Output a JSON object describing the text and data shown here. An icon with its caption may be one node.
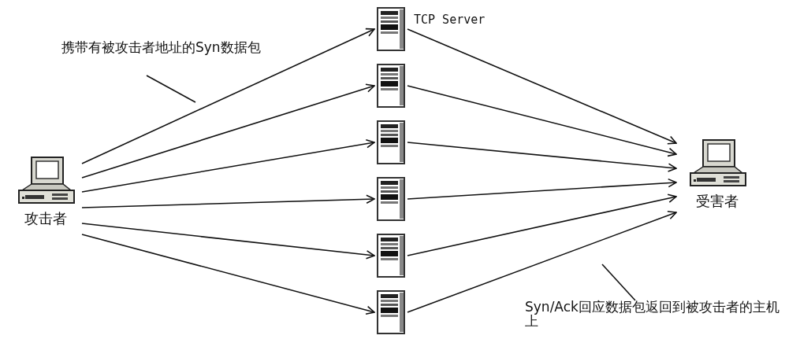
{
  "diagram": {
    "nodes": [
      {
        "text": [
          "攻击者"
        ]
      },
      {
        "text": [],
        "shape": "picture",
        "beside": [
          "TCP Server"
        ]
      },
      {
        "text": [],
        "shape": "picture"
      },
      {
        "text": [],
        "shape": "picture"
      },
      {
        "text": [],
        "shape": "picture"
      },
      {
        "text": [],
        "shape": "picture"
      },
      {
        "text": [],
        "shape": "picture"
      },
      {
        "text": [
          "受害者"
        ]
      },
      {
        "text": [
          "携带有被攻击者地址的Syn数据包"
        ]
      },
      {
        "text": [
          "Syn/Ack回应数据包返回到被攻击者的主机上"
        ]
      }
    ],
    "edges": [
      {
        "from": 0,
        "to": 1,
        "arrow": "to"
      },
      {
        "from": 0,
        "to": 2,
        "arrow": "to"
      },
      {
        "from": 0,
        "to": 3,
        "arrow": "to"
      },
      {
        "from": 0,
        "to": 4,
        "arrow": "to"
      },
      {
        "from": 0,
        "to": 5,
        "arrow": "to"
      },
      {
        "from": 0,
        "to": 6,
        "arrow": "to"
      },
      {
        "from": 1,
        "to": 7,
        "arrow": "to"
      },
      {
        "from": 2,
        "to": 7,
        "arrow": "to"
      },
      {
        "from": 3,
        "to": 7,
        "arrow": "to"
      },
      {
        "from": 4,
        "to": 7,
        "arrow": "to"
      },
      {
        "from": 5,
        "to": 7,
        "arrow": "to"
      },
      {
        "from": 6,
        "to": 7,
        "arrow": "to"
      },
      {
        "from": 8,
        "to": null,
        "arrow": "none"
      },
      {
        "from": 9,
        "to": null,
        "arrow": "none"
      }
    ]
  }
}
